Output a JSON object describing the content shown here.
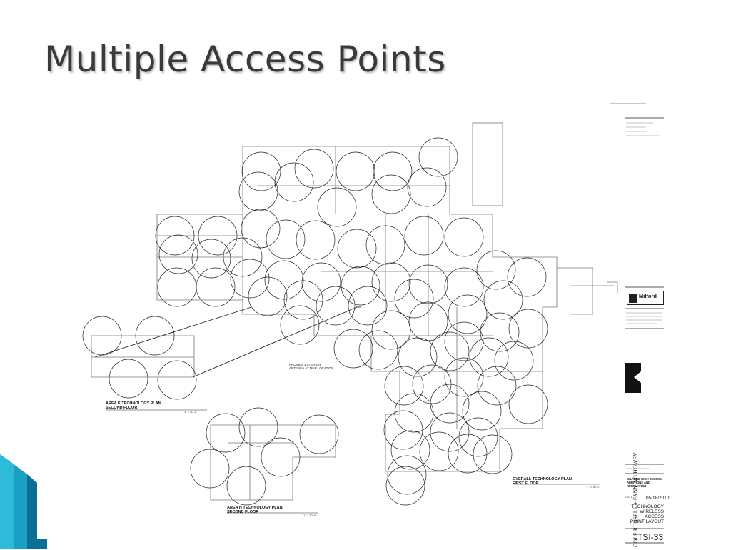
{
  "slide": {
    "title": "Multiple Access Points"
  },
  "colors": {
    "title": "#3a3a3a",
    "accent_light": "#35c3e0",
    "accent_dark": "#0a6f96",
    "ink": "#1a1a1a"
  },
  "drawing": {
    "plan_area_k": {
      "title": "AREA K TECHNOLOGY PLAN",
      "subtitle": "SECOND FLOOR",
      "scale": "1\" = 30'-0\""
    },
    "plan_area_h": {
      "title": "AREA H TECHNOLOGY PLAN",
      "subtitle": "SECOND FLOOR",
      "scale": "1\" = 30'-0\""
    },
    "plan_overall": {
      "title": "OVERALL TECHNOLOGY PLAN",
      "subtitle": "FIRST FLOOR",
      "scale": "1\" = 30'-0\""
    },
    "callout": {
      "line1": "PROVIDE EXTERIOR",
      "line2": "ANTENNA AT MAP LOCATION"
    }
  },
  "title_block": {
    "client": "Milford",
    "architect": "COLE RUSSELL + FANNING HOWEY",
    "project_line1": "MILFORD HIGH SCHOOL",
    "project_line2": "ADDITIONS AND RENOVATION",
    "date_label": "DATE",
    "date": "05/18/2010",
    "sheet_title": [
      "TECHNOLOGY",
      "WIRELESS",
      "ACCESS",
      "POINT LAYOUT"
    ],
    "sheet_number": "TSI-33"
  }
}
